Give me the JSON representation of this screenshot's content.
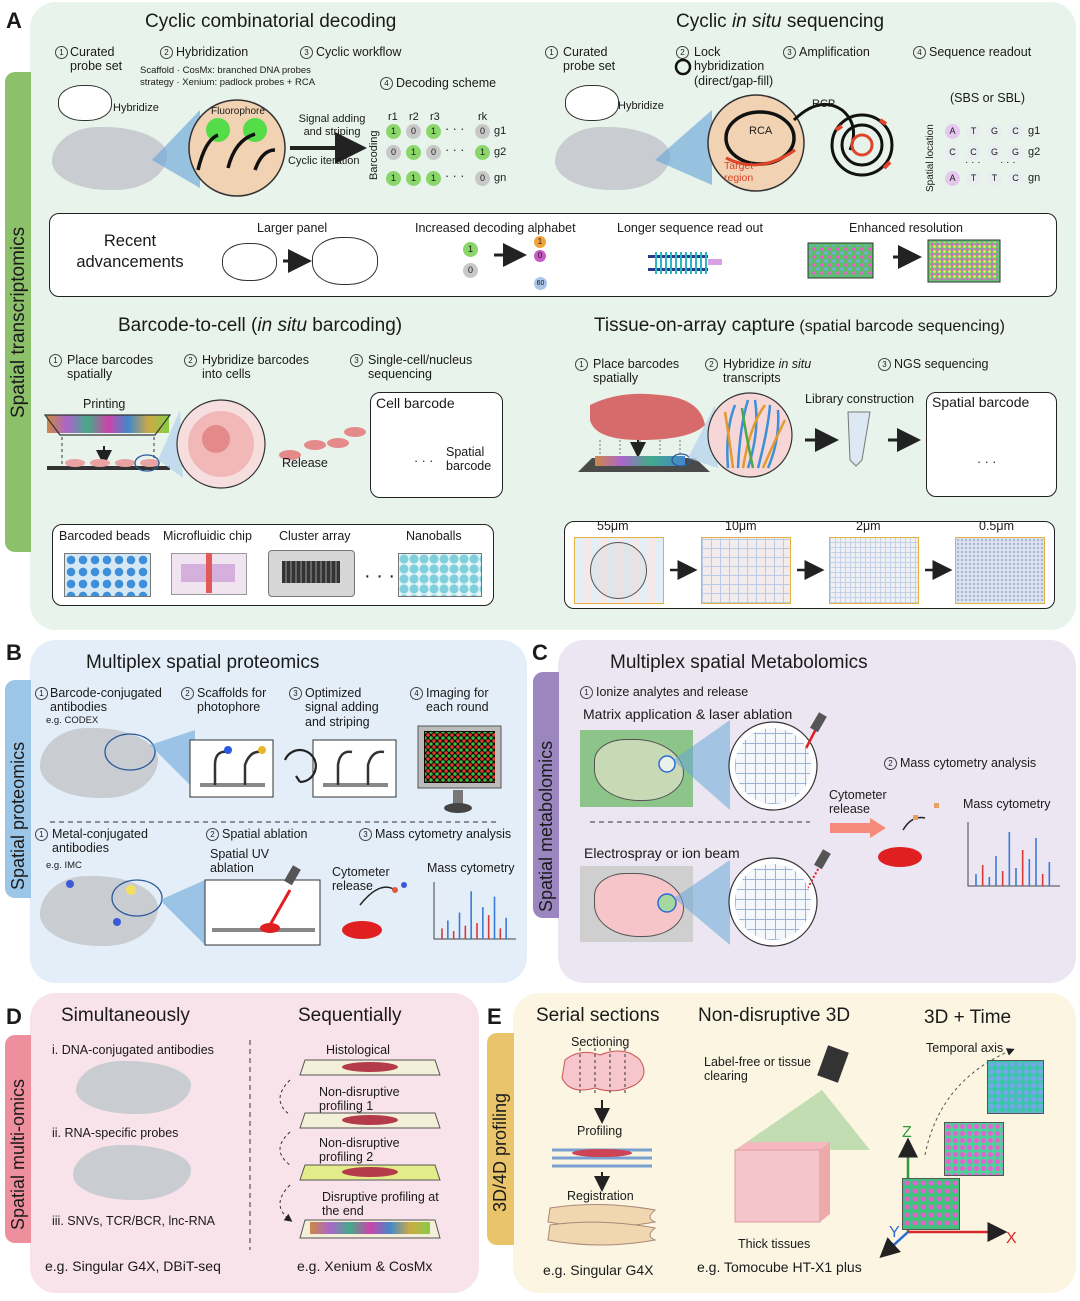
{
  "panels": {
    "A": {
      "letter": "A",
      "side_label": "Spatial transcriptomics",
      "cyclic_decoding": {
        "title": "Cyclic combinatorial decoding",
        "step1": "Curated probe set",
        "step2": "Hybridization",
        "step3": "Cyclic workflow",
        "step3_note_1": "Scaffold · CosMx: branched DNA probes",
        "step3_note_2": "strategy · Xenium: padlock probes + RCA",
        "step4": "Decoding scheme",
        "hybridize": "Hybridize",
        "fluorophore": "Fluorophore",
        "signal_adding": "Signal adding and striping",
        "cyclic_iteration": "Cyclic iteration",
        "barcoding": "Barcoding",
        "rounds": [
          "r1",
          "r2",
          "r3",
          "rk"
        ],
        "genes": [
          "g1",
          "g2",
          "gn"
        ],
        "rows": [
          [
            "1",
            "0",
            "1",
            "0"
          ],
          [
            "0",
            "1",
            "0",
            "1"
          ],
          [
            "1",
            "1",
            "1",
            "0"
          ]
        ]
      },
      "cyclic_seq": {
        "title_a": "Cyclic ",
        "title_b": "in situ",
        "title_c": " sequencing",
        "step1": "Curated probe set",
        "step2": "Lock hybridization (direct/gap-fill)",
        "step3": "Amplification",
        "step4": "Sequence readout",
        "hybridize": "Hybridize",
        "rca": "RCA",
        "rcp": "RCP",
        "target": "Target region",
        "sbs": "(SBS or SBL)",
        "spatial_location": "Spatial location",
        "rows": [
          [
            "A",
            "T",
            "G",
            "C",
            "g1"
          ],
          [
            "C",
            "C",
            "G",
            "G",
            "g2"
          ],
          [
            "A",
            "T",
            "T",
            "C",
            "gn"
          ]
        ]
      },
      "advancements": {
        "title": "Recent advancements",
        "larger_panel": "Larger panel",
        "alphabet": "Increased decoding alphabet",
        "longer": "Longer sequence read out",
        "resolution": "Enhanced resolution",
        "alpha_vals": [
          "1",
          "0",
          "1",
          "0",
          "60"
        ]
      },
      "barcode_to_cell": {
        "title_a": "Barcode-to-cell (",
        "title_b": "in situ",
        "title_c": " barcoding)",
        "step1": "Place barcodes spatially",
        "step2": "Hybridize barcodes into cells",
        "step3": "Single-cell/nucleus sequencing",
        "printing": "Printing",
        "release": "Release",
        "cell_barcode": "Cell barcode",
        "spatial_barcode": "Spatial barcode",
        "formats": [
          "Barcoded beads",
          "Microfluidic chip",
          "Cluster array",
          "Nanoballs"
        ]
      },
      "tissue_on_array": {
        "title_a": "Tissue-on-array capture",
        "title_b": " (spatial barcode sequencing)",
        "step1": "Place barcodes spatially",
        "step2_a": "Hybridize ",
        "step2_b": "in situ",
        "step2_c": " transcripts",
        "step3": "NGS sequencing",
        "library": "Library construction",
        "spatial_barcode": "Spatial barcode",
        "resolutions": [
          "55μm",
          "10μm",
          "2μm",
          "0.5μm"
        ]
      }
    },
    "B": {
      "letter": "B",
      "side_label": "Spatial proteomics",
      "title": "Multiplex spatial proteomics",
      "s1": "Barcode-conjugated antibodies",
      "s1_eg": "e.g. CODEX",
      "s2": "Scaffolds for photophore",
      "s3": "Optimized signal adding and striping",
      "s4": "Imaging for each round",
      "m1": "Metal-conjugated antibodies",
      "m1_eg": "e.g. IMC",
      "m2": "Spatial ablation",
      "m3": "Mass cytometry analysis",
      "uv": "Spatial UV ablation",
      "cytometer": "Cytometer release",
      "mass": "Mass cytometry"
    },
    "C": {
      "letter": "C",
      "side_label": "Spatial metabolomics",
      "title": "Multiplex spatial Metabolomics",
      "s1": "Ionize analytes and release",
      "matrix": "Matrix application & laser ablation",
      "s2": "Mass cytometry analysis",
      "cytometer": "Cytometer release",
      "mass": "Mass cytometry",
      "electrospray": "Electrospray or ion beam"
    },
    "D": {
      "letter": "D",
      "side_label": "Spatial multi-omics",
      "simul": "Simultaneously",
      "seq": "Sequentially",
      "i": "i. DNA-conjugated antibodies",
      "ii": "ii. RNA-specific probes",
      "iii": "iii. SNVs, TCR/BCR, lnc-RNA",
      "histological": "Histological",
      "nd1": "Non-disruptive profiling 1",
      "nd2": "Non-disruptive profiling 2",
      "disruptive": "Disruptive profiling at the end",
      "eg1": "e.g. Singular G4X, DBiT-seq",
      "eg2": "e.g. Xenium & CosMx"
    },
    "E": {
      "letter": "E",
      "side_label": "3D/4D profiling",
      "serial": "Serial sections",
      "nondis": "Non-disruptive 3D",
      "time": "3D + Time",
      "sectioning": "Sectioning",
      "profiling": "Profiling",
      "registration": "Registration",
      "labelfree": "Label-free or tissue clearing",
      "thick": "Thick tissues",
      "temporal": "Temporal axis",
      "eg1": "e.g. Singular G4X",
      "eg2": "e.g. Tomocube HT-X1 plus",
      "z": "Z",
      "y": "Y",
      "x": "X"
    }
  },
  "colors": {
    "green_panel": "#e8f3ec",
    "green_tab": "#8dc06b",
    "blue_panel": "#e3eef8",
    "blue_tab": "#9cc6e8",
    "purple_panel": "#ece6f2",
    "purple_tab": "#9b86bf",
    "pink_panel": "#f9e3ea",
    "pink_tab": "#ee8f9e",
    "yellow_panel": "#fbf5e2",
    "yellow_tab": "#e9c46a"
  }
}
